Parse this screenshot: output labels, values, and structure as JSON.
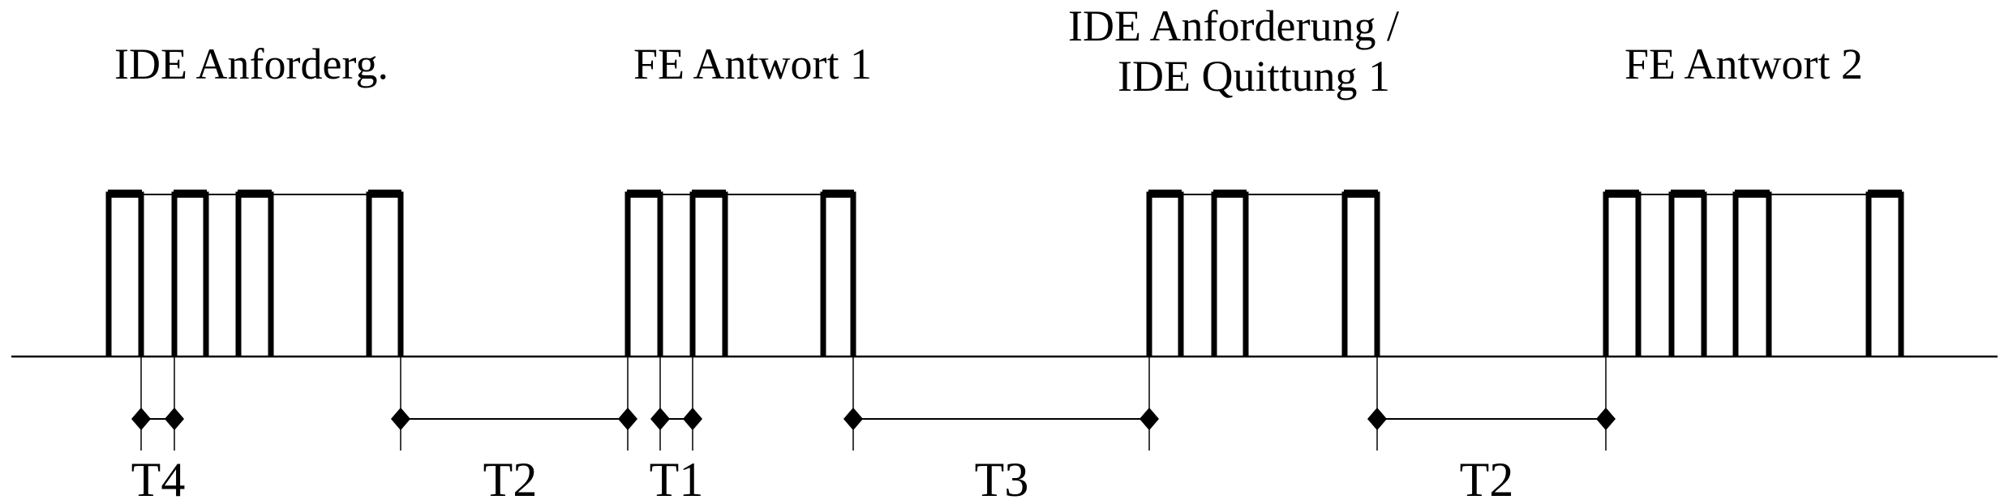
{
  "diagram": {
    "frame_labels": {
      "ide_request_short": "IDE Anforderg.",
      "fe_response_1": "FE Antwort 1",
      "ide_request_line1": "IDE Anforderung /",
      "ide_request_line2": "IDE Quittung 1",
      "fe_response_2": "FE Antwort 2"
    },
    "timing_labels": {
      "t4": "T4",
      "t2_first": "T2",
      "t1": "T1",
      "t3": "T3",
      "t2_second": "T2"
    },
    "colors": {
      "line": "#000000",
      "background": "#ffffff"
    }
  }
}
